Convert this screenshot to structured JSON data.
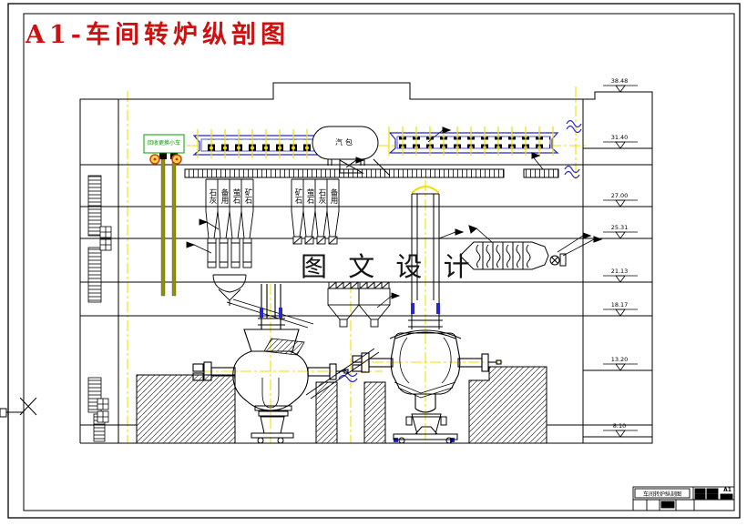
{
  "page": {
    "title": "A1-车间转炉纵剖图"
  },
  "drawing": {
    "steam_drum": "汽包",
    "trolley": "回收更换小车",
    "watermark": "图 文 设 计",
    "left_bunkers": [
      "石灰",
      "备用",
      "萤石",
      "矿石"
    ],
    "right_bunkers": [
      "矿石",
      "萤石",
      "石灰",
      "备用"
    ],
    "elevations": [
      "38.48",
      "31.40",
      "27.00",
      "25.31",
      "21.13",
      "18.17",
      "13.20",
      "8.10"
    ]
  },
  "title_block": {
    "name": "车间转炉纵剖图",
    "sheet": "A1"
  },
  "colors": {
    "title_red": "#cc1111",
    "centerline_yellow": "#f0df00",
    "crane_blue": "#2626cc",
    "lance_olive": "#8f8f00",
    "label_green": "#00a000"
  }
}
